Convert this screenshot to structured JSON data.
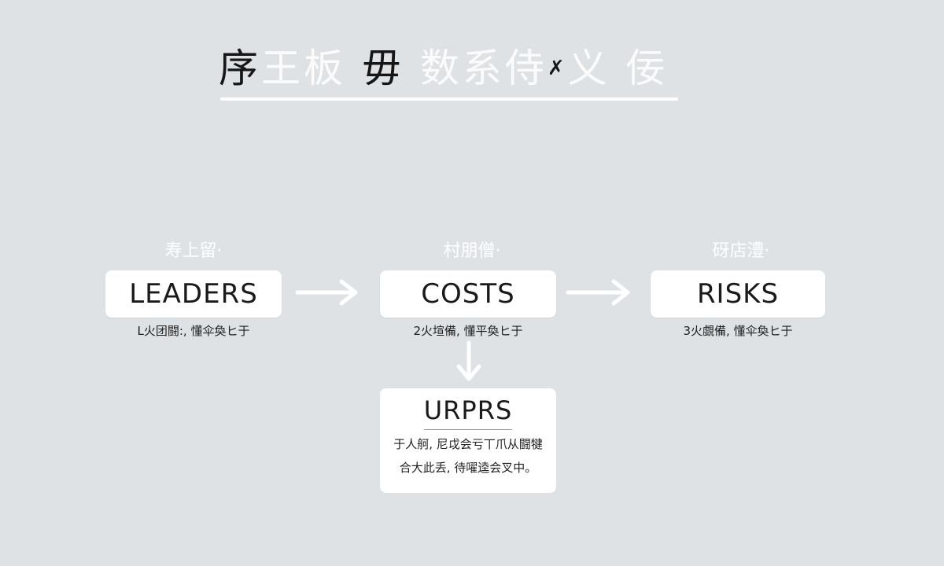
{
  "title": {
    "dark_left": "序",
    "light_1": "王板",
    "dark_mid": "毋",
    "light_2": "数系侍",
    "mark": "✗",
    "light_3": "义 佞"
  },
  "nodes": {
    "leaders": {
      "caption": "寿上留·",
      "label": "LEADERS",
      "sub": "L火团闘:, 懂伞奐ヒ于"
    },
    "costs": {
      "caption": "村朋僧·",
      "label": "COSTS",
      "sub": "2火塇備, 懂平奐ヒ于"
    },
    "risks": {
      "caption": "砑店澧·",
      "label": "RISKS",
      "sub": "3火覷備, 懂伞奐ヒ于"
    }
  },
  "card": {
    "title": "URPRS",
    "line1": "于人舸, 尼戉会亏丅爪从闘犍",
    "line2": "合大此丢, 待嚁逵会叉中。"
  },
  "colors": {
    "background": "#dfe2e5",
    "box": "#ffffff",
    "arrow": "#ffffff"
  }
}
